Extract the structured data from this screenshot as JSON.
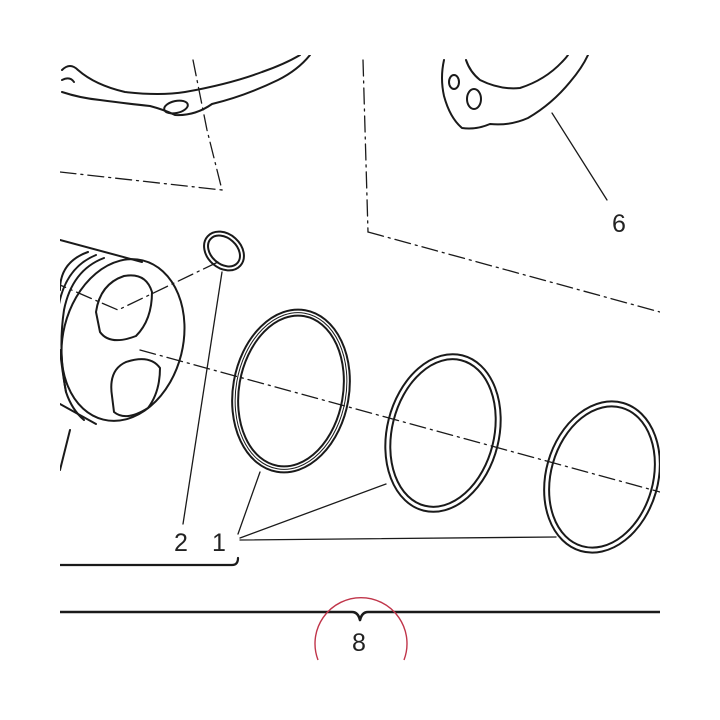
{
  "callouts": {
    "ring_set": "1",
    "circlip": "2",
    "gasket": "6",
    "group": "8"
  },
  "colors": {
    "line": "#1a1a1a",
    "highlight": "#c0354a",
    "background": "#ffffff"
  }
}
